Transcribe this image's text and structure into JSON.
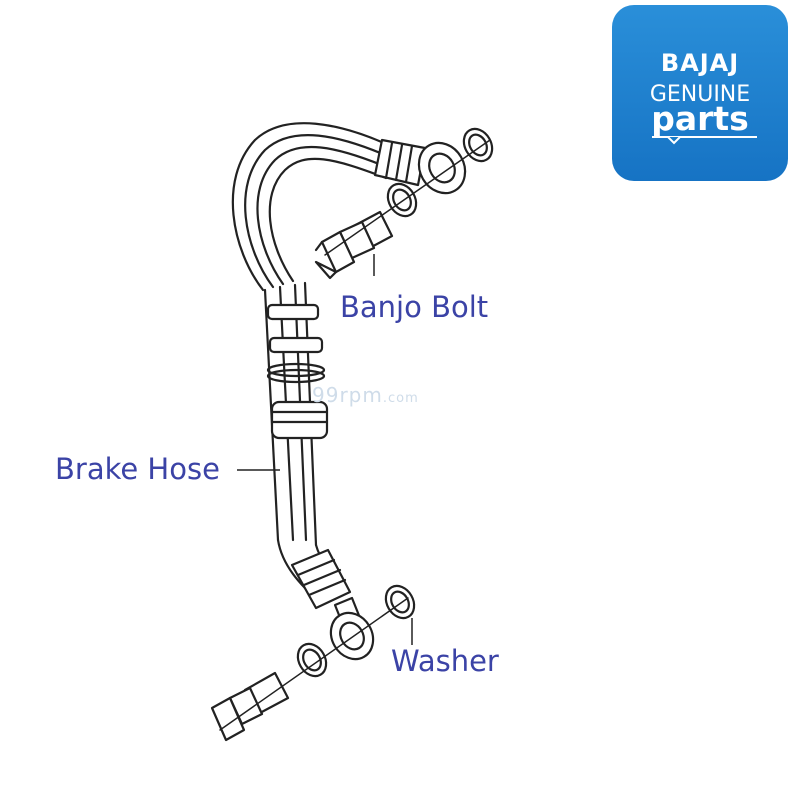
{
  "labels": {
    "banjo_bolt": "Banjo Bolt",
    "brake_hose": "Brake Hose",
    "washer": "Washer"
  },
  "brand": {
    "name": "BAJAJ",
    "line1": "GENUINE",
    "line2": "parts"
  },
  "watermark": {
    "main": "99rpm",
    "domain": ".com"
  },
  "colors": {
    "label_text": "#3b43a6",
    "brand_bg": "#1a7cc9",
    "brand_text": "#ffffff",
    "line_art": "#222222",
    "watermark": "#cfdce9"
  }
}
